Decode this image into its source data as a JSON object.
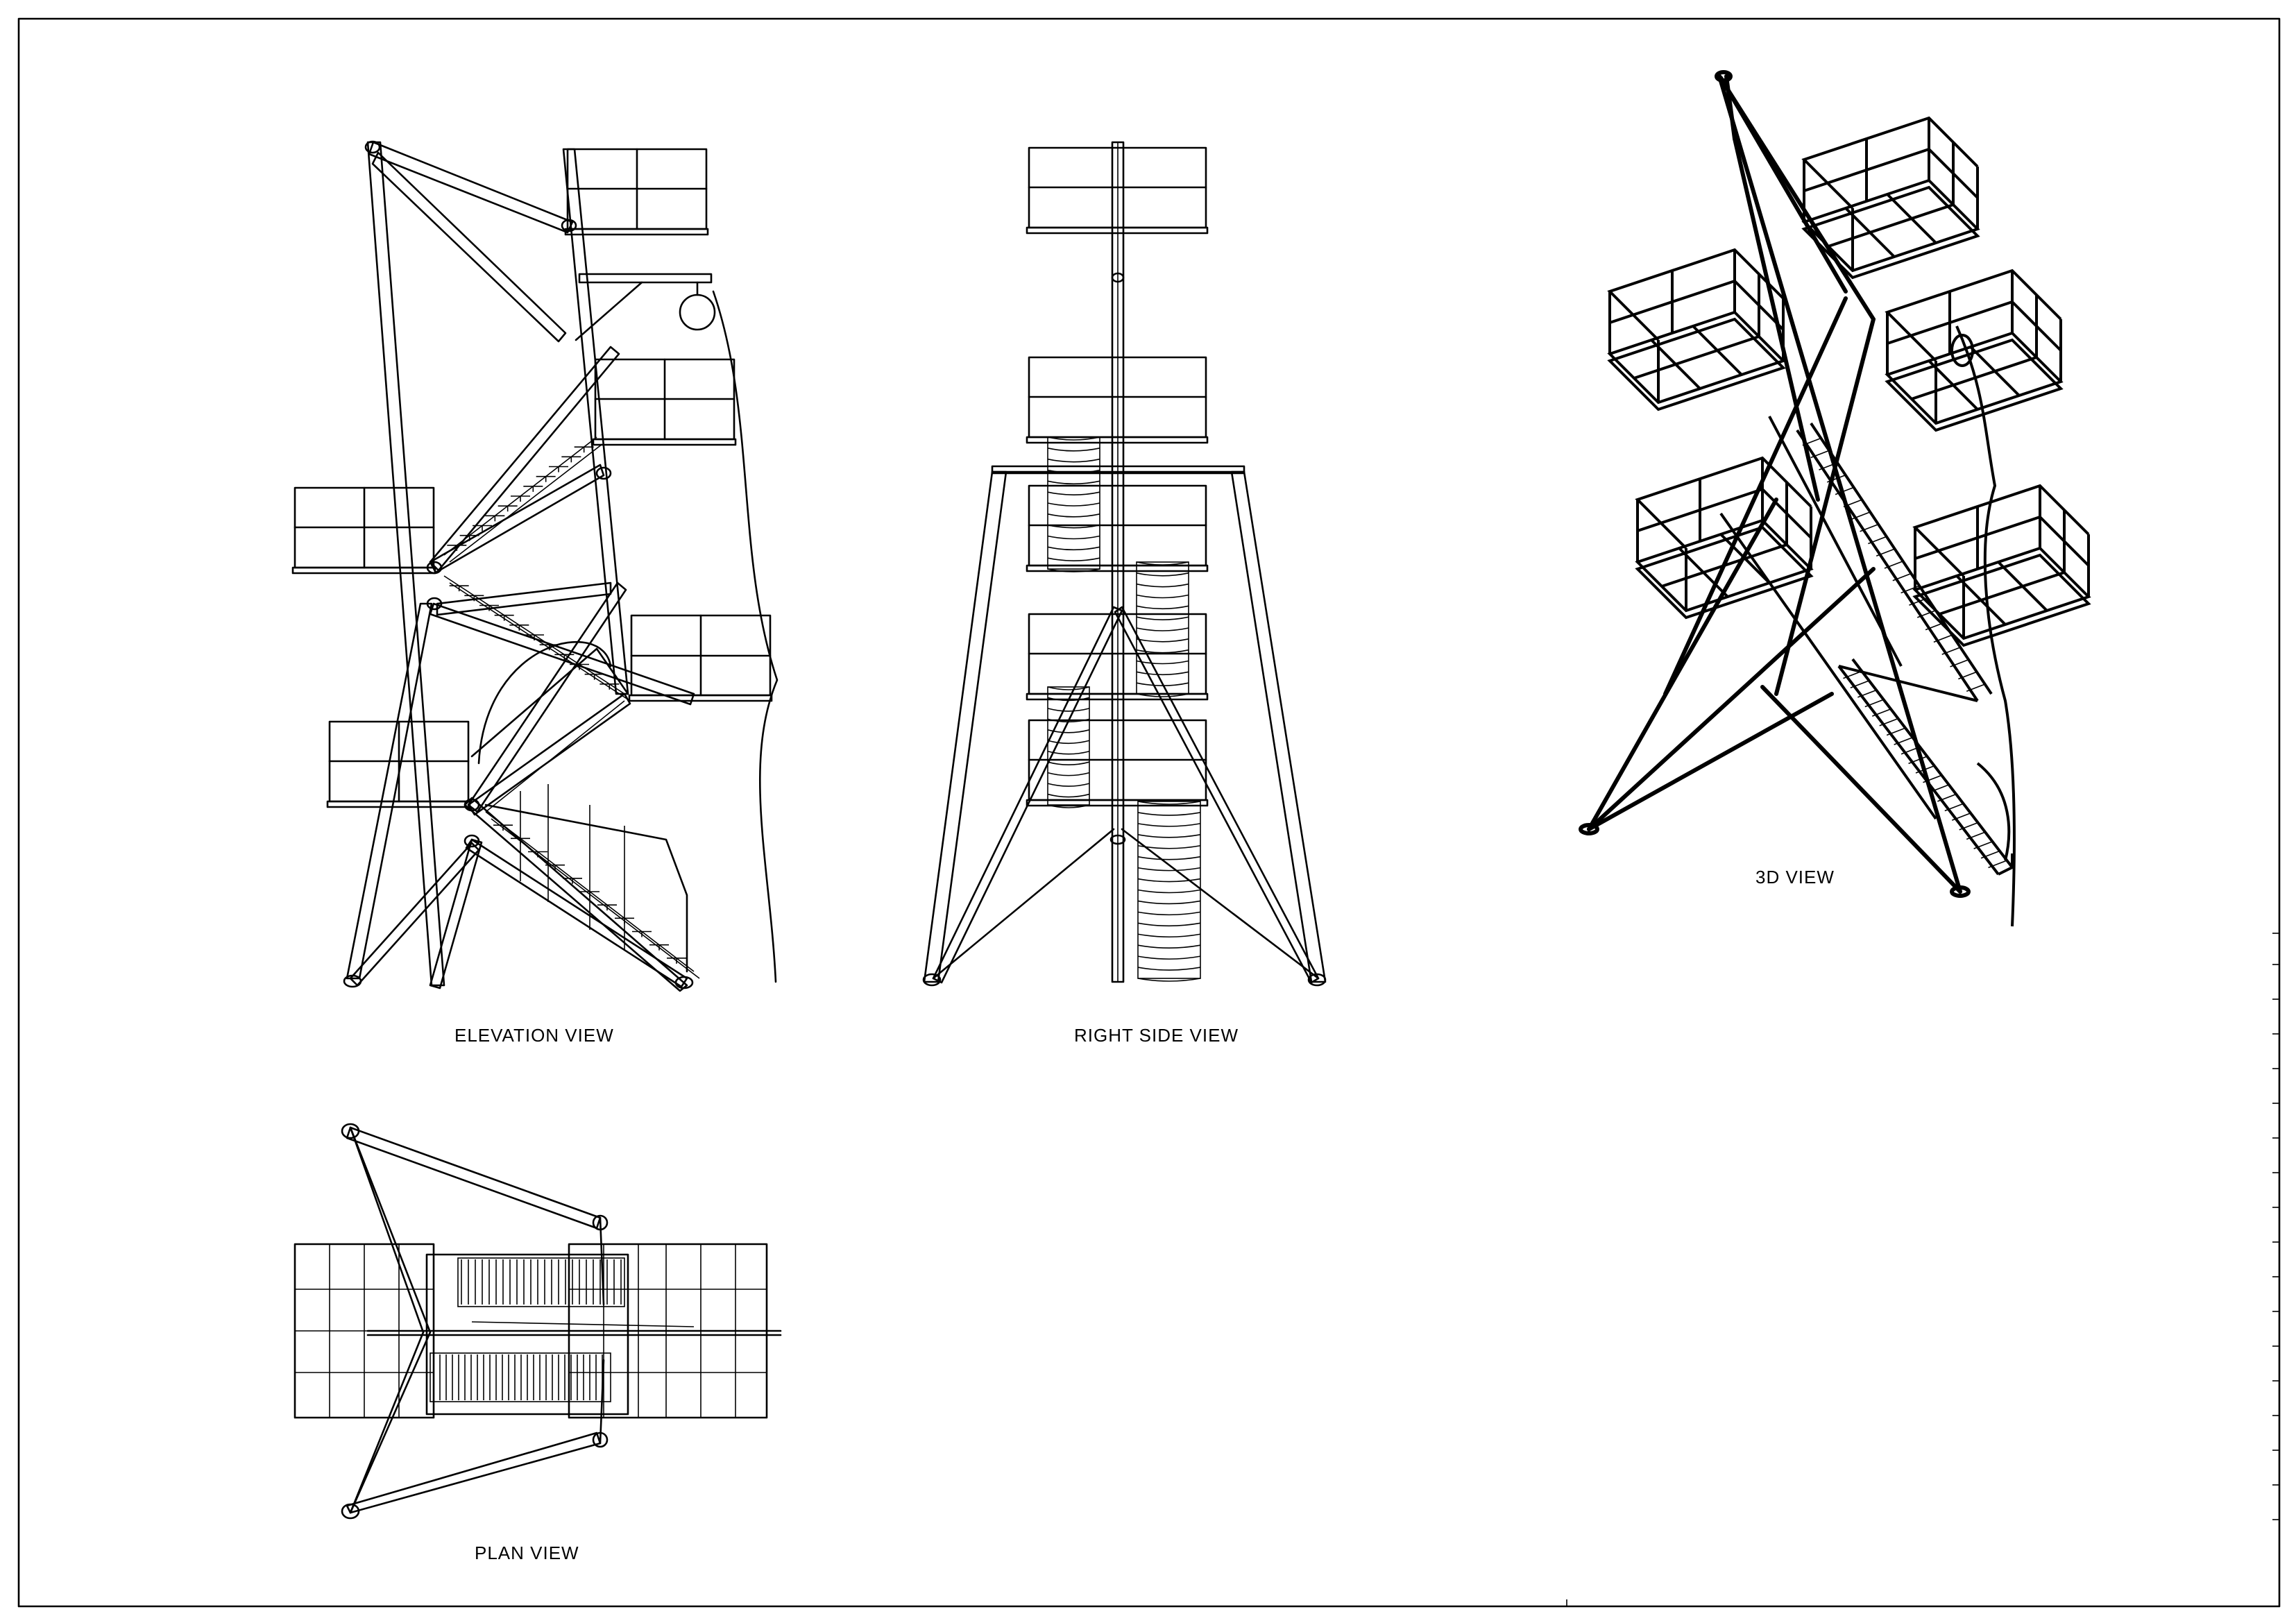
{
  "views": {
    "elevation": {
      "label": "ELEVATION VIEW"
    },
    "right_side": {
      "label": "RIGHT SIDE VIEW"
    },
    "three_d": {
      "label": "3D VIEW"
    },
    "plan": {
      "label": "PLAN VIEW"
    }
  },
  "colors": {
    "line": "#000000",
    "paper": "#ffffff"
  }
}
